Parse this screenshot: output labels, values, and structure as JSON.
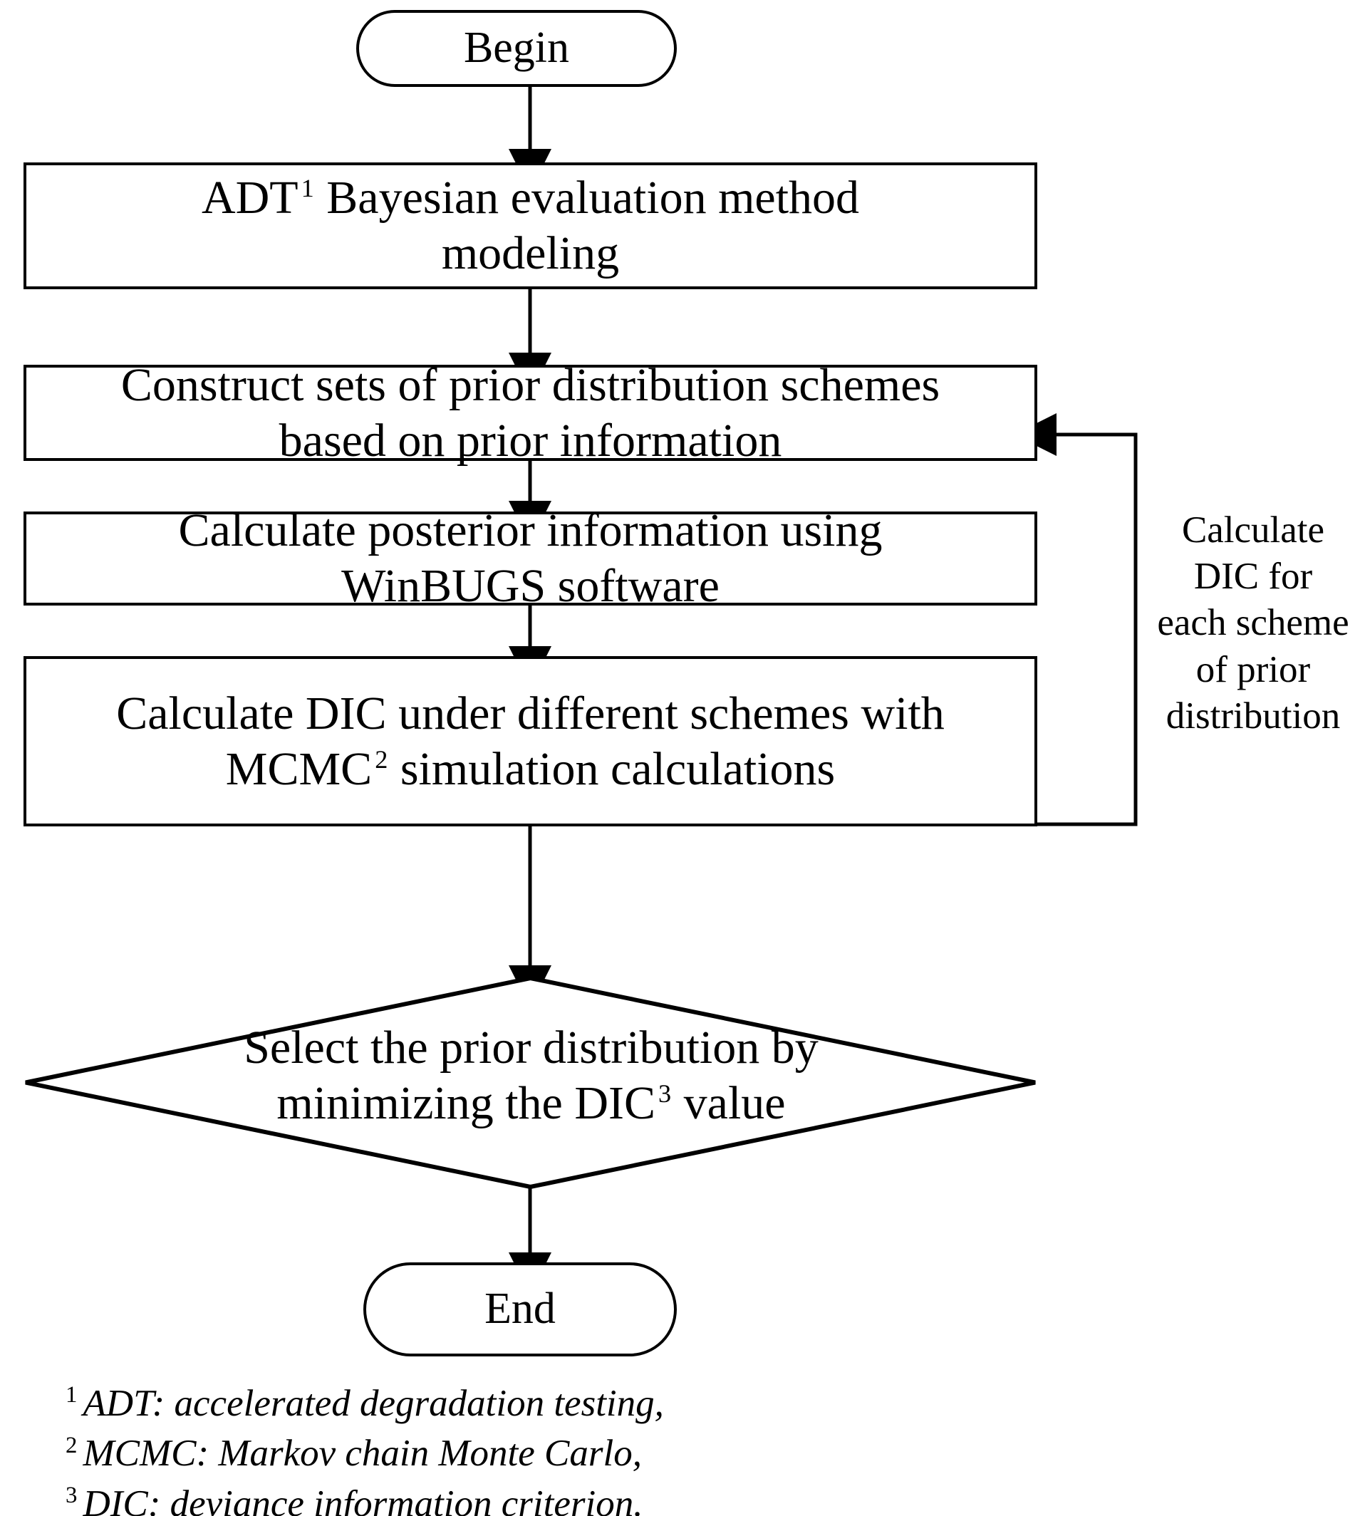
{
  "diagram": {
    "title": "ADT Bayesian evaluation flowchart",
    "stroke_color": "#000000",
    "background_color": "#ffffff",
    "nodes": {
      "begin": {
        "label": "Begin",
        "shape": "terminator"
      },
      "step1": {
        "label_a": "ADT",
        "sup": "1",
        "label_b": " Bayesian evaluation method\nmodeling",
        "shape": "process"
      },
      "step2": {
        "label": "Construct sets of prior distribution schemes\nbased on prior information",
        "shape": "process"
      },
      "step3": {
        "label": "Calculate posterior information using\nWinBUGS software",
        "shape": "process"
      },
      "step4": {
        "label_a": "Calculate DIC under different schemes with\nMCMC",
        "sup": "2",
        "label_b": " simulation calculations",
        "shape": "process"
      },
      "decision": {
        "label_a": "Select the prior distribution by\nminimizing the DIC",
        "sup": "3",
        "label_b": " value",
        "shape": "decision"
      },
      "end": {
        "label": "End",
        "shape": "terminator"
      }
    },
    "loop_caption": "Calculate\nDIC  for\neach scheme\nof prior\ndistribution",
    "footnotes": [
      {
        "marker": "1",
        "text": "ADT: accelerated degradation testing,"
      },
      {
        "marker": "2",
        "text": "MCMC: Markov chain Monte Carlo,"
      },
      {
        "marker": "3",
        "text": "DIC: deviance information criterion."
      }
    ]
  }
}
